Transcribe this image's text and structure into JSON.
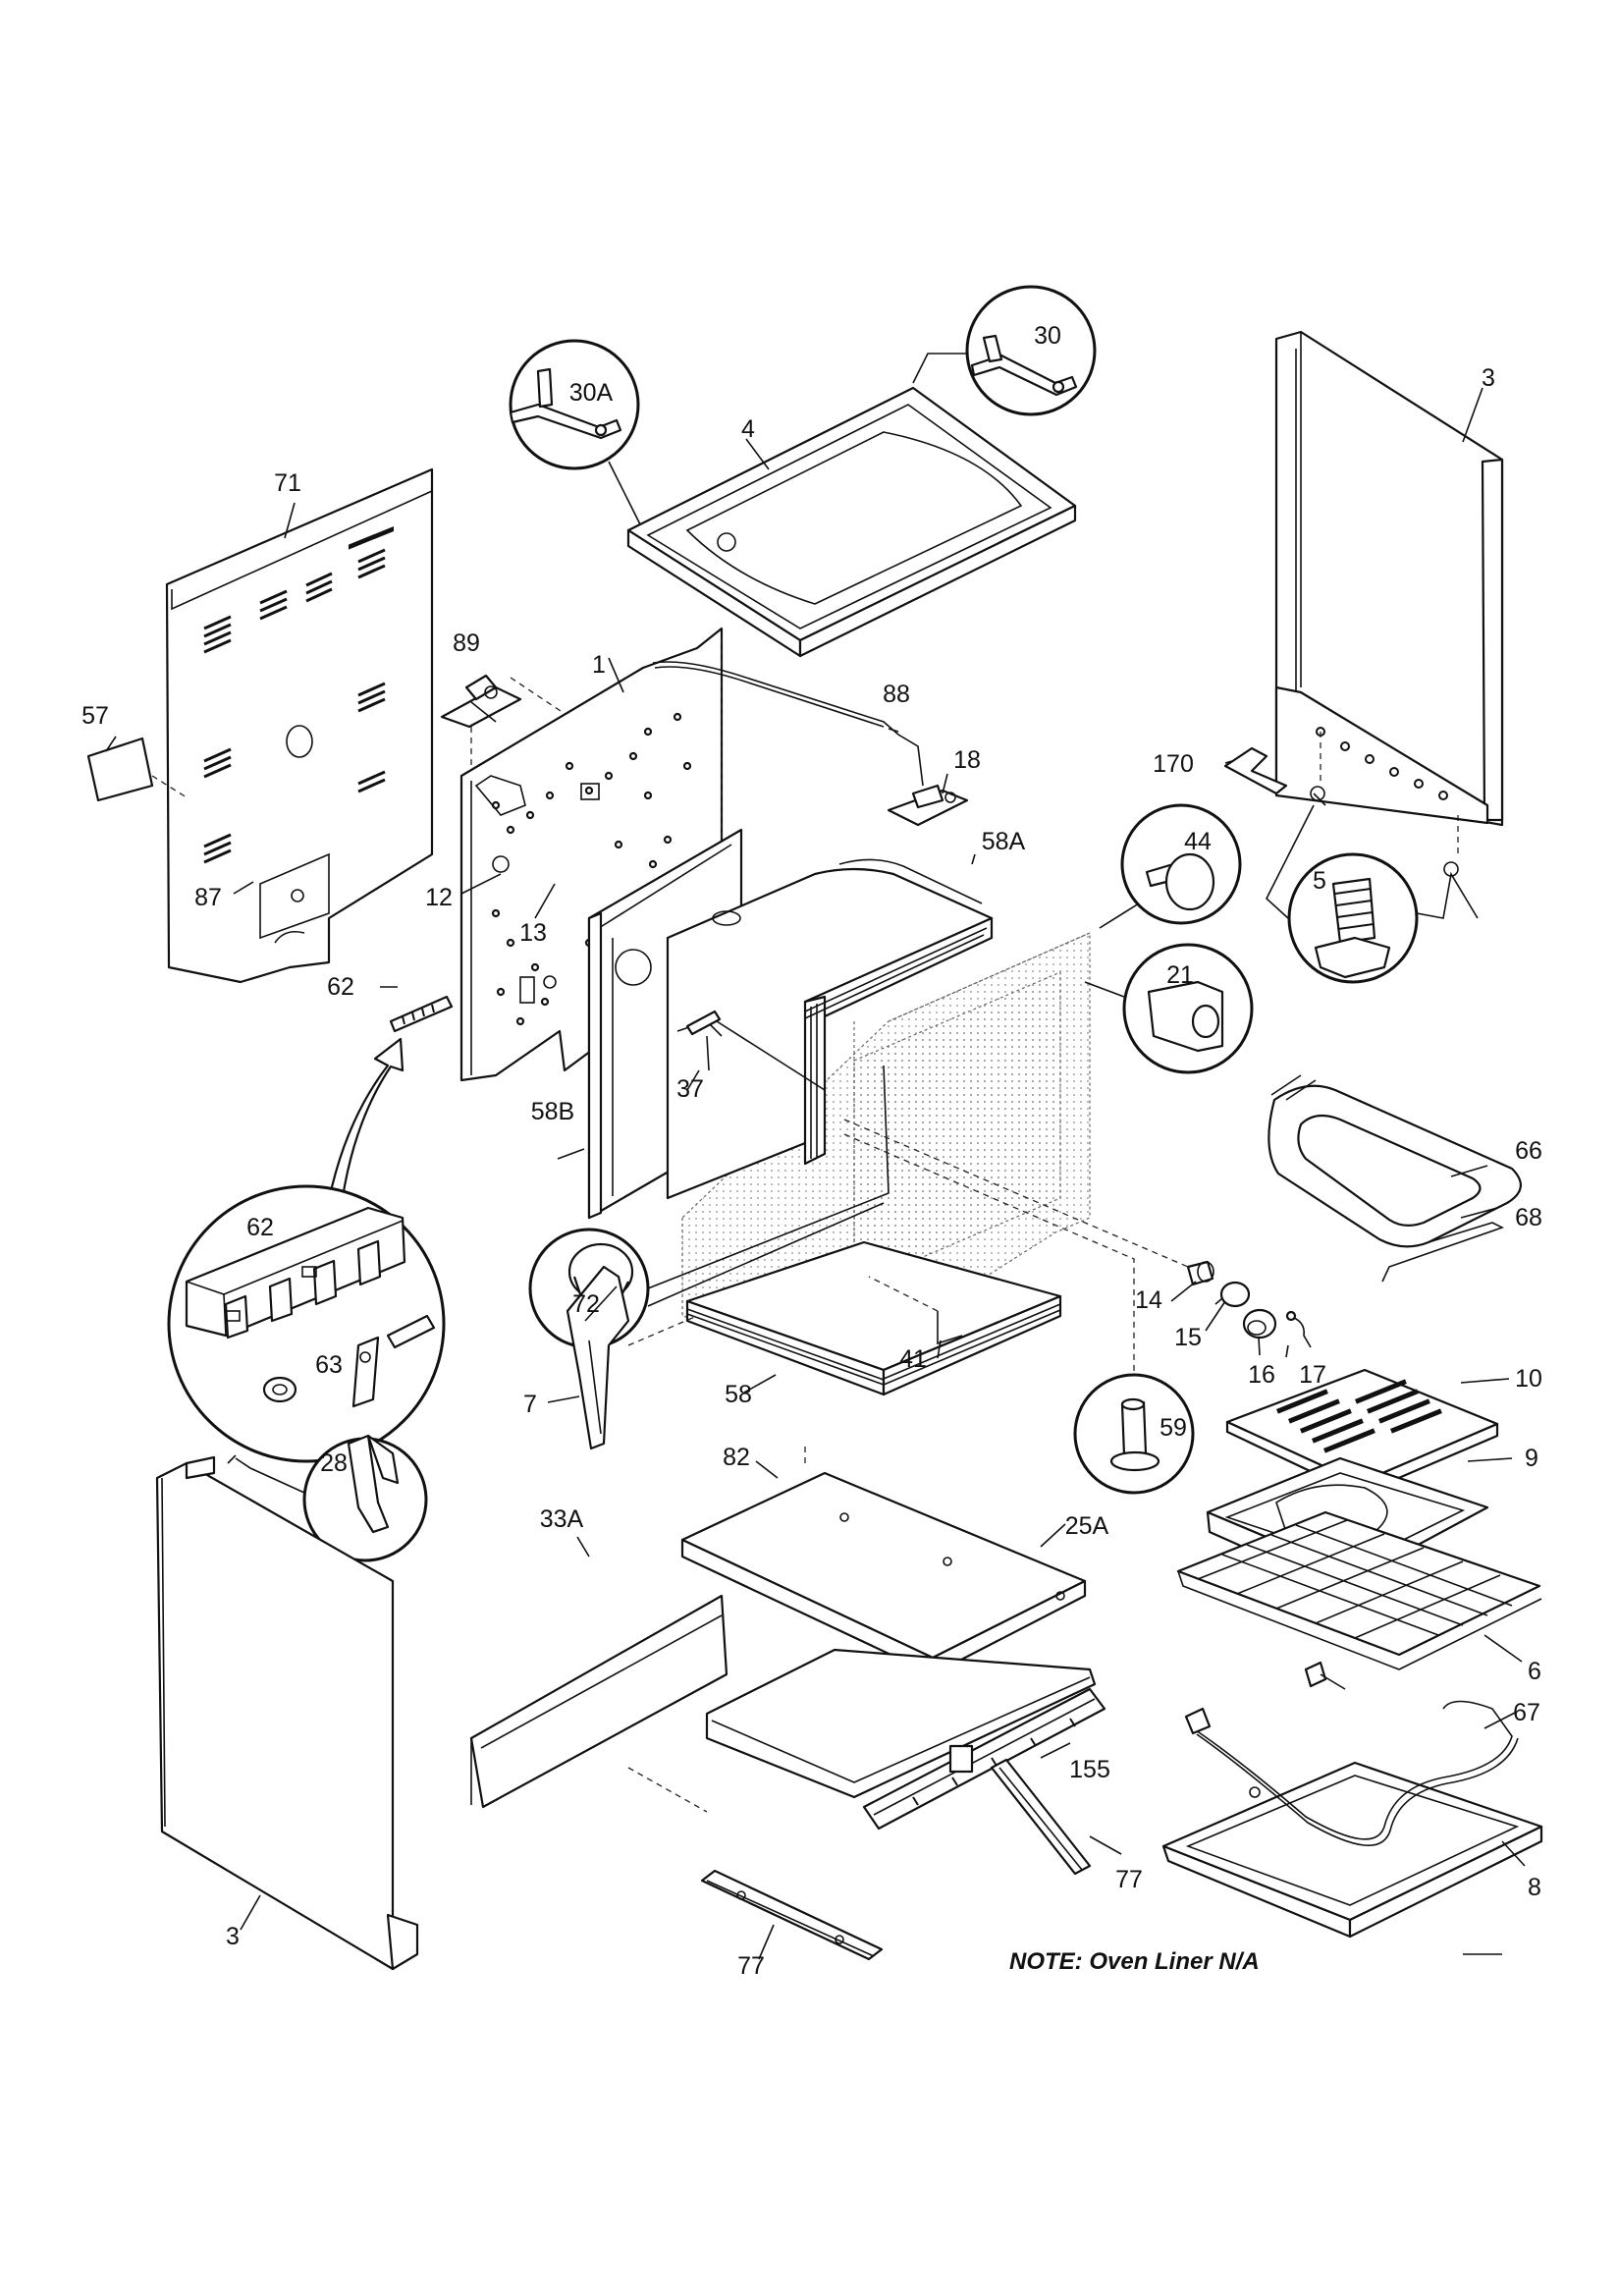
{
  "diagram": {
    "type": "exploded parts diagram",
    "note": "NOTE:  Oven Liner N/A",
    "callouts": [
      {
        "id": "c-30a",
        "label": "30A"
      },
      {
        "id": "c-30",
        "label": "30"
      },
      {
        "id": "c-4",
        "label": "4"
      },
      {
        "id": "c-3-top",
        "label": "3"
      },
      {
        "id": "c-71",
        "label": "71"
      },
      {
        "id": "c-89",
        "label": "89"
      },
      {
        "id": "c-1",
        "label": "1"
      },
      {
        "id": "c-88",
        "label": "88"
      },
      {
        "id": "c-57",
        "label": "57"
      },
      {
        "id": "c-18",
        "label": "18"
      },
      {
        "id": "c-170",
        "label": "170"
      },
      {
        "id": "c-58a",
        "label": "58A"
      },
      {
        "id": "c-44",
        "label": "44"
      },
      {
        "id": "c-5",
        "label": "5"
      },
      {
        "id": "c-87",
        "label": "87"
      },
      {
        "id": "c-12",
        "label": "12"
      },
      {
        "id": "c-13",
        "label": "13"
      },
      {
        "id": "c-21",
        "label": "21"
      },
      {
        "id": "c-62-top",
        "label": "62"
      },
      {
        "id": "c-37",
        "label": "37"
      },
      {
        "id": "c-58b",
        "label": "58B"
      },
      {
        "id": "c-66",
        "label": "66"
      },
      {
        "id": "c-62-zoom",
        "label": "62"
      },
      {
        "id": "c-72",
        "label": "72"
      },
      {
        "id": "c-68",
        "label": "68"
      },
      {
        "id": "c-14",
        "label": "14"
      },
      {
        "id": "c-15",
        "label": "15"
      },
      {
        "id": "c-63",
        "label": "63"
      },
      {
        "id": "c-41",
        "label": "41"
      },
      {
        "id": "c-16",
        "label": "16"
      },
      {
        "id": "c-17",
        "label": "17"
      },
      {
        "id": "c-10",
        "label": "10"
      },
      {
        "id": "c-7",
        "label": "7"
      },
      {
        "id": "c-58",
        "label": "58"
      },
      {
        "id": "c-59",
        "label": "59"
      },
      {
        "id": "c-28",
        "label": "28"
      },
      {
        "id": "c-82",
        "label": "82"
      },
      {
        "id": "c-9",
        "label": "9"
      },
      {
        "id": "c-33a",
        "label": "33A"
      },
      {
        "id": "c-25a",
        "label": "25A"
      },
      {
        "id": "c-6",
        "label": "6"
      },
      {
        "id": "c-67",
        "label": "67"
      },
      {
        "id": "c-155",
        "label": "155"
      },
      {
        "id": "c-77-right",
        "label": "77"
      },
      {
        "id": "c-8",
        "label": "8"
      },
      {
        "id": "c-3-bottom",
        "label": "3"
      },
      {
        "id": "c-77-bottom",
        "label": "77"
      }
    ]
  }
}
